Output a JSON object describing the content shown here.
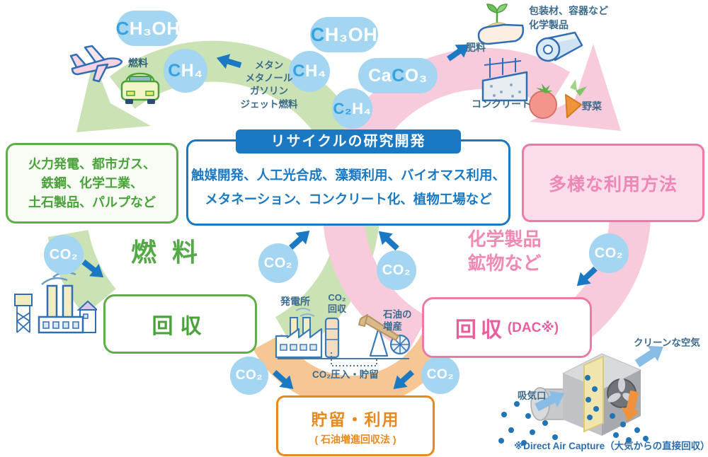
{
  "title": "CO2リサイクル循環図",
  "colors": {
    "green_band": "#cbe2b5",
    "green_text": "#53a946",
    "green_border": "#5fae49",
    "pink_band": "#f8cbdc",
    "pink_text": "#f08ab4",
    "pink_strong": "#e75f9f",
    "pink_border": "#ec7aa9",
    "blue_primary": "#1a79c2",
    "bubble_fill": "#a4d5f1",
    "bubble_carbon": "#35a3de",
    "orange_band": "#f6c794",
    "orange": "#e8891d",
    "label_dark": "#3c6b8c"
  },
  "molecules": {
    "co2": "CO₂",
    "ch3oh": {
      "c1": "C",
      "r1": "H₃OH"
    },
    "ch4": {
      "c1": "C",
      "r1": "H₄"
    },
    "c2h4": {
      "c1": "C₂",
      "r1": "H₄"
    },
    "caco3": {
      "r0": "Ca",
      "c1": "C",
      "r1": "O₃"
    }
  },
  "labels": {
    "fuel_small": "燃料",
    "fuel_products": "メタン\nメタノール\nガソリン\nジェット燃料",
    "fertilizer": "肥料",
    "packaging": "包装材、容器など\n化学製品",
    "concrete": "コンクリート",
    "vegetables": "野菜",
    "fuel_big": "燃 料",
    "chem_big": "化学製品\n鉱物など",
    "power_plant": "発電所",
    "co2_capture": "CO₂\n回収",
    "oil_increase": "石油の\n増産",
    "co2_injection": "CO₂圧入・貯留",
    "intake": "吸気口",
    "clean_air": "クリーンな空気",
    "dac_footnote": "※Direct Air Capture（大気からの直接回収）"
  },
  "boxes": {
    "sources": {
      "text": "火力発電、都市ガス、\n鉄鋼、化学工業、\n土石製品、パルプなど"
    },
    "center": {
      "title": "リサイクルの研究開発",
      "body": "触媒開発、人工光合成、藻類利用、バイオマス利用、\nメタネーション、コンクリート化、植物工場など"
    },
    "usage": {
      "text": "多様な利用方法"
    },
    "recovery_left": {
      "text": "回収"
    },
    "recovery_right": {
      "text": "回収",
      "sub": "(DAC※)"
    },
    "storage": {
      "title": "貯留・利用",
      "sub": "( 石油増進回収法 )"
    }
  }
}
